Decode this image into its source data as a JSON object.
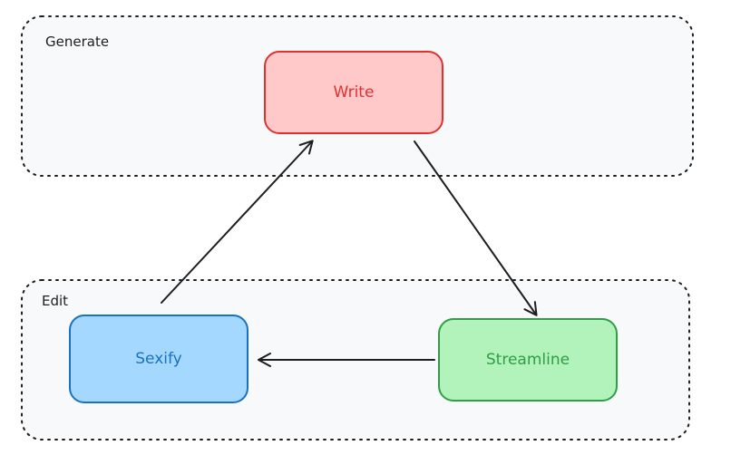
{
  "groups": {
    "generate": {
      "label": "Generate"
    },
    "edit": {
      "label": "Edit"
    }
  },
  "nodes": {
    "write": {
      "label": "Write",
      "fill": "#ffc9c9",
      "stroke": "#e03131",
      "text_color": "#e03131"
    },
    "streamline": {
      "label": "Streamline",
      "fill": "#b2f2bb",
      "stroke": "#2f9e44",
      "text_color": "#2f9e44"
    },
    "sexify": {
      "label": "Sexify",
      "fill": "#a5d8ff",
      "stroke": "#1971c2",
      "text_color": "#1971c2"
    }
  },
  "edges": [
    {
      "from": "write",
      "to": "streamline"
    },
    {
      "from": "streamline",
      "to": "sexify"
    },
    {
      "from": "sexify",
      "to": "write"
    }
  ],
  "colors": {
    "group_fill": "#f8f9fa",
    "group_stroke": "#1e1e1e",
    "edge": "#1e1e1e"
  }
}
